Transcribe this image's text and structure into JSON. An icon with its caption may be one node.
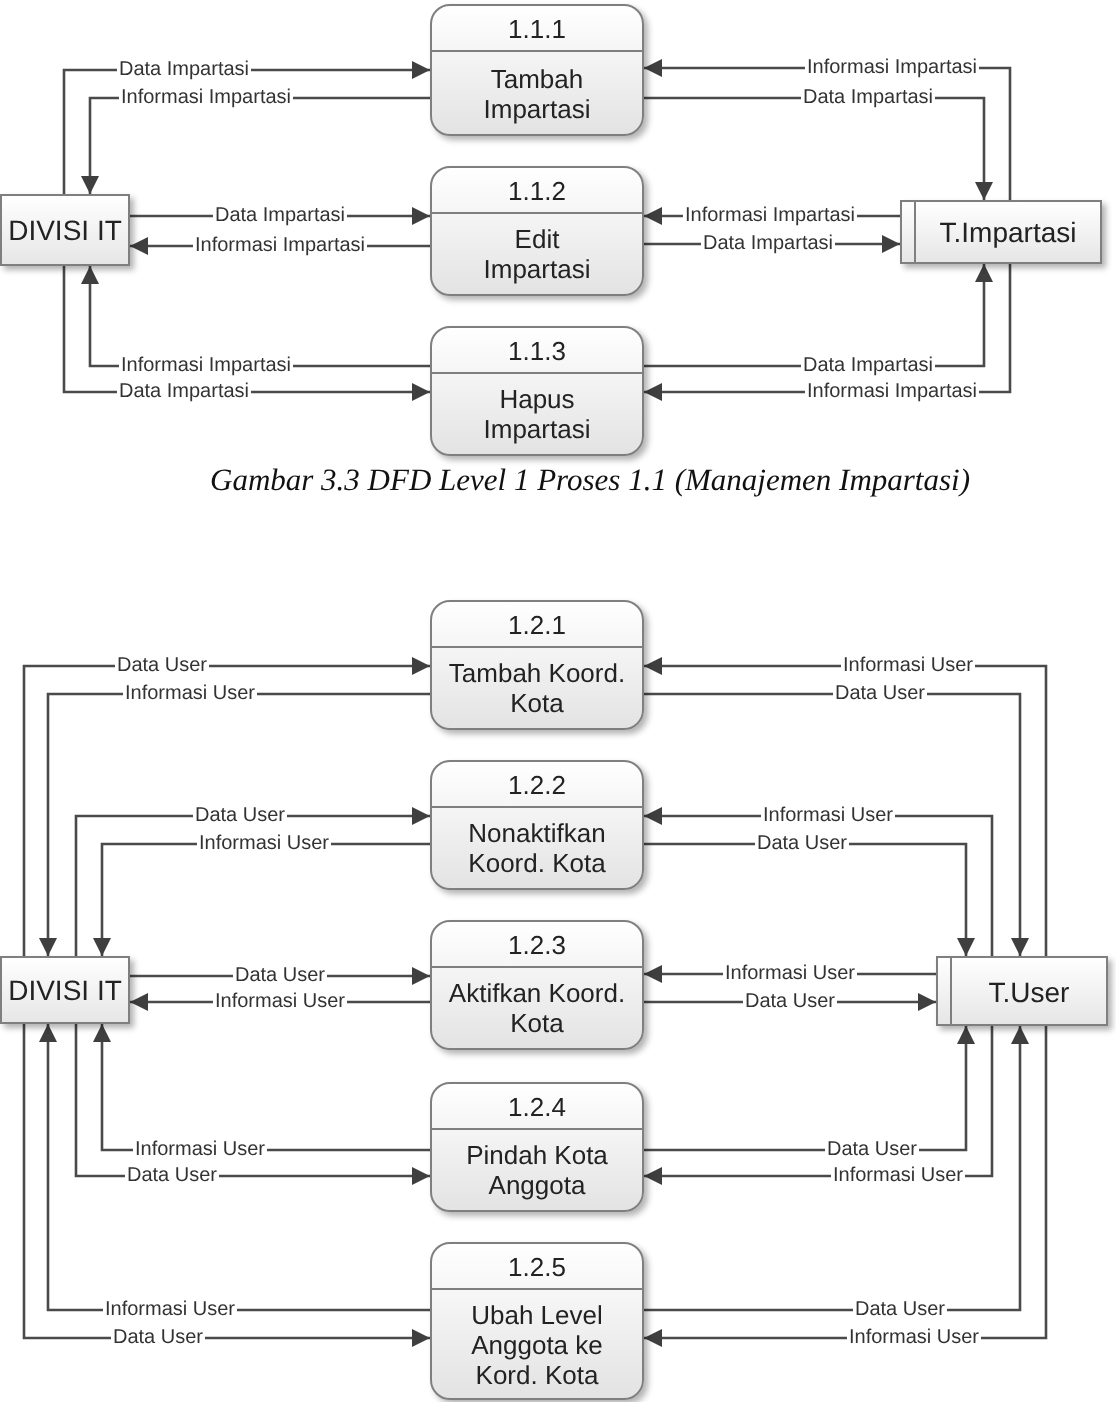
{
  "diagram": {
    "caption": "Gambar 3.3 DFD Level 1 Proses 1.1 (Manajemen Impartasi)",
    "nodes": [
      {
        "text": [
          "1.1.1",
          "Tambah Impartasi"
        ]
      },
      {
        "text": [
          "DIVISI IT"
        ]
      },
      {
        "text": [
          "1.1.2",
          "Edit Impartasi"
        ]
      },
      {
        "text": [
          "T.Impartasi"
        ]
      },
      {
        "text": [
          "1.1.3",
          "Hapus Impartasi"
        ]
      },
      {
        "text": [
          "1.2.1",
          "Tambah Koord. Kota"
        ]
      },
      {
        "text": [
          "1.2.2",
          "Nonaktifkan Koord. Kota"
        ]
      },
      {
        "text": [
          "DIVISI IT"
        ]
      },
      {
        "text": [
          "1.2.3",
          "Aktifkan Koord. Kota"
        ]
      },
      {
        "text": [
          "T.User"
        ]
      },
      {
        "text": [
          "1.2.4",
          "Pindah Kota Anggota"
        ]
      },
      {
        "text": [
          "1.2.5",
          "Ubah Level Anggota ke Kord. Kota"
        ]
      }
    ],
    "edges": [
      {
        "from": 1,
        "to": 0,
        "arrow": "to",
        "label": "Data Impartasi"
      },
      {
        "from": 0,
        "to": 1,
        "arrow": "to",
        "label": "Informasi Impartasi"
      },
      {
        "from": 3,
        "to": 0,
        "arrow": "to",
        "label": "Informasi Impartasi"
      },
      {
        "from": 0,
        "to": 3,
        "arrow": "to",
        "label": "Data Impartasi"
      },
      {
        "from": 1,
        "to": 2,
        "arrow": "to",
        "label": "Data Impartasi"
      },
      {
        "from": 2,
        "to": 1,
        "arrow": "to",
        "label": "Informasi Impartasi"
      },
      {
        "from": 3,
        "to": 2,
        "arrow": "to",
        "label": "Informasi Impartasi"
      },
      {
        "from": 2,
        "to": 3,
        "arrow": "to",
        "label": "Data Impartasi"
      },
      {
        "from": 4,
        "to": 1,
        "arrow": "to",
        "label": "Informasi Impartasi"
      },
      {
        "from": 1,
        "to": 4,
        "arrow": "to",
        "label": "Data Impartasi"
      },
      {
        "from": 4,
        "to": 3,
        "arrow": "to",
        "label": "Data Impartasi"
      },
      {
        "from": 3,
        "to": 4,
        "arrow": "to",
        "label": "Informasi Impartasi"
      },
      {
        "from": 7,
        "to": 5,
        "arrow": "to",
        "label": "Data User"
      },
      {
        "from": 5,
        "to": 7,
        "arrow": "to",
        "label": "Informasi User"
      },
      {
        "from": 9,
        "to": 5,
        "arrow": "to",
        "label": "Informasi User"
      },
      {
        "from": 5,
        "to": 9,
        "arrow": "to",
        "label": "Data User"
      },
      {
        "from": 7,
        "to": 6,
        "arrow": "to",
        "label": "Data User"
      },
      {
        "from": 6,
        "to": 7,
        "arrow": "to",
        "label": "Informasi User"
      },
      {
        "from": 9,
        "to": 6,
        "arrow": "to",
        "label": "Informasi User"
      },
      {
        "from": 6,
        "to": 9,
        "arrow": "to",
        "label": "Data User"
      },
      {
        "from": 7,
        "to": 8,
        "arrow": "to",
        "label": "Data User"
      },
      {
        "from": 8,
        "to": 7,
        "arrow": "to",
        "label": "Informasi User"
      },
      {
        "from": 9,
        "to": 8,
        "arrow": "to",
        "label": "Informasi User"
      },
      {
        "from": 8,
        "to": 9,
        "arrow": "to",
        "label": "Data User"
      },
      {
        "from": 10,
        "to": 7,
        "arrow": "to",
        "label": "Informasi User"
      },
      {
        "from": 7,
        "to": 10,
        "arrow": "to",
        "label": "Data User"
      },
      {
        "from": 10,
        "to": 9,
        "arrow": "to",
        "label": "Data User"
      },
      {
        "from": 9,
        "to": 10,
        "arrow": "to",
        "label": "Informasi User"
      },
      {
        "from": 11,
        "to": 7,
        "arrow": "to",
        "label": "Informasi User"
      },
      {
        "from": 7,
        "to": 11,
        "arrow": "to",
        "label": "Data User"
      },
      {
        "from": 11,
        "to": 9,
        "arrow": "to",
        "label": "Data User"
      },
      {
        "from": 9,
        "to": 11,
        "arrow": "to",
        "label": "Informasi User"
      }
    ]
  }
}
